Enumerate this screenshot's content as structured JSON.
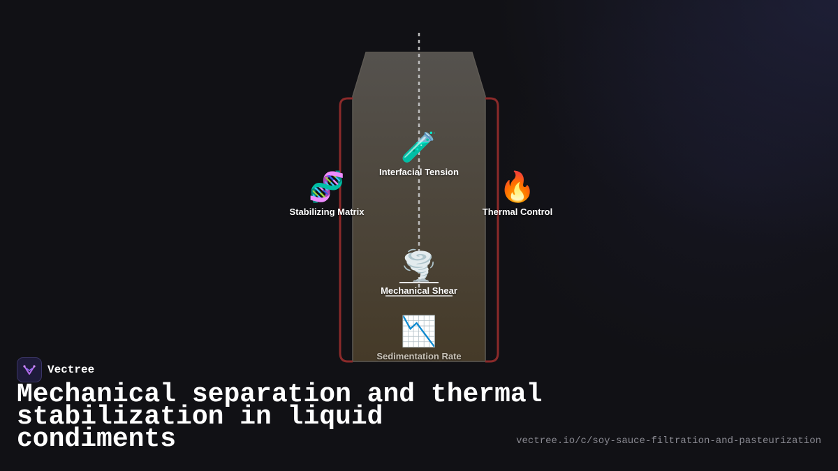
{
  "diagram": {
    "nodes": {
      "interfacial_tension": {
        "icon": "test-tube-icon",
        "glyph": "🧪",
        "label": "Interfacial Tension"
      },
      "stabilizing_matrix": {
        "icon": "dna-icon",
        "glyph": "🧬",
        "label": "Stabilizing Matrix"
      },
      "thermal_control": {
        "icon": "fire-icon",
        "glyph": "🔥",
        "label": "Thermal Control"
      },
      "mechanical_shear": {
        "icon": "tornado-icon",
        "glyph": "🌪️",
        "label": "Mechanical Shear"
      },
      "sedimentation_rate": {
        "icon": "chart-decreasing-icon",
        "glyph": "📉",
        "label": "Sedimentation Rate"
      }
    },
    "colors": {
      "vessel_top": "#55524e",
      "vessel_bottom": "#453a28",
      "bracket": "#8b2a2a",
      "axis": "#bdbdbd"
    }
  },
  "brand": {
    "name": "Vectree",
    "logo_icon": "vectree-logo-icon"
  },
  "title": "Mechanical separation and thermal stabilization in liquid condiments",
  "url": "vectree.io/c/soy-sauce-filtration-and-pasteurization"
}
